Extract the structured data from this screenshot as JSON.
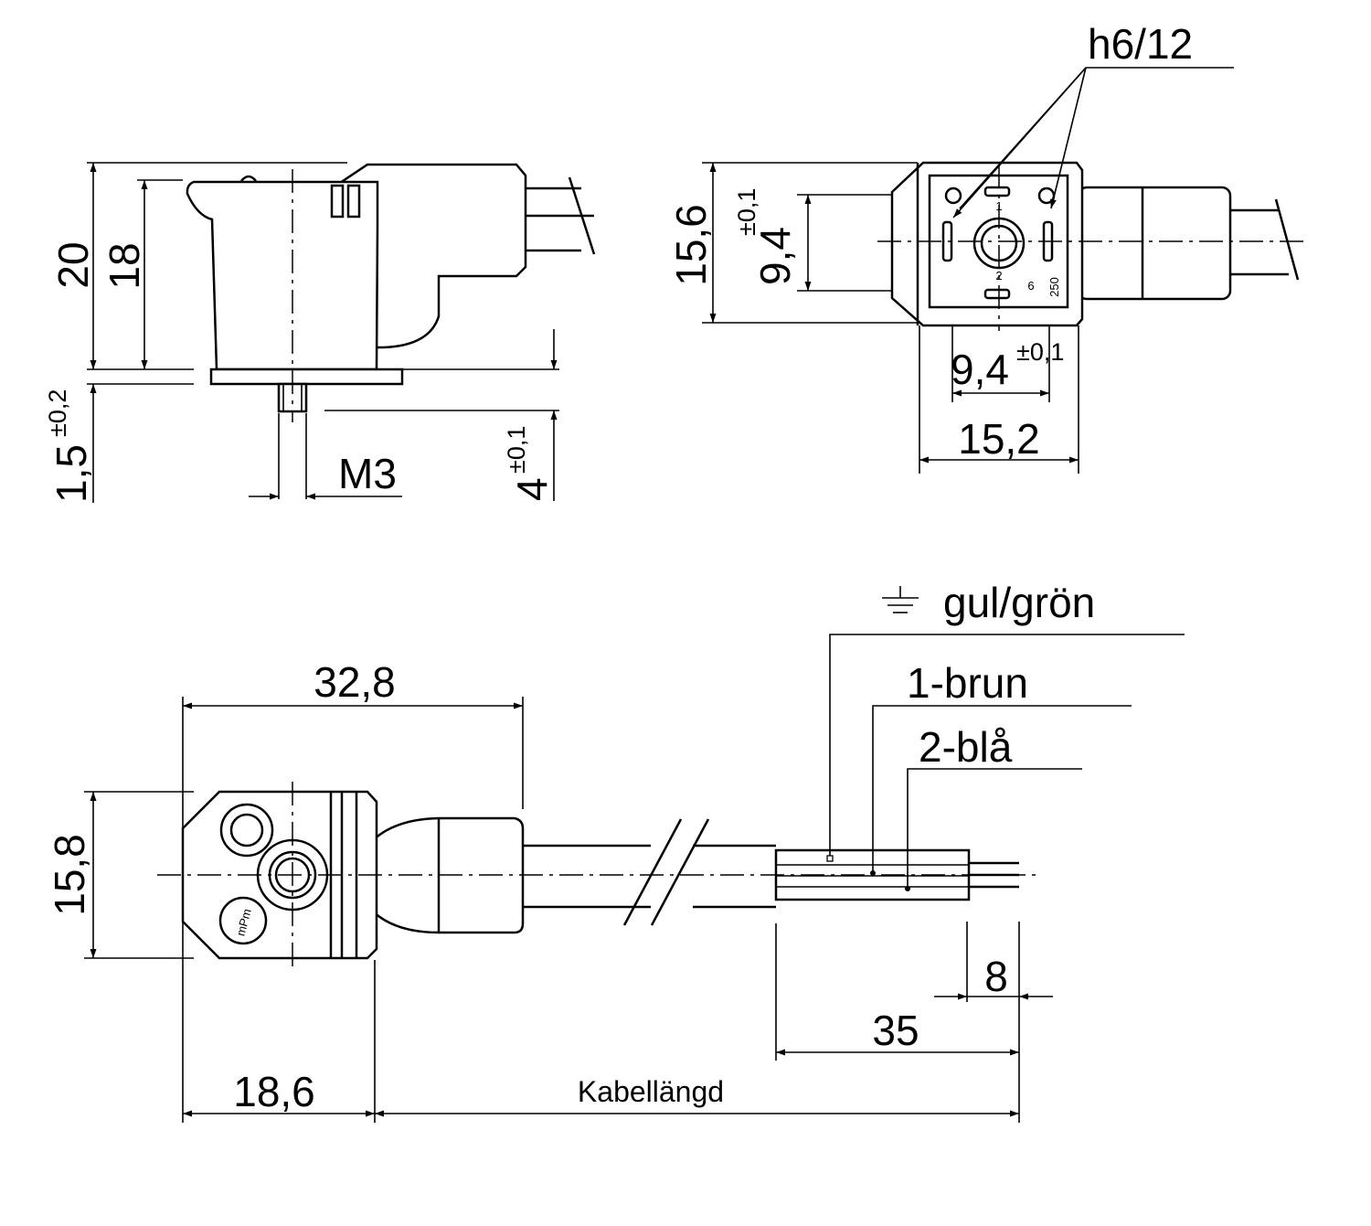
{
  "views": {
    "side": {
      "dims": {
        "height_20": "20",
        "height_18": "18",
        "flange_1_5": "1,5",
        "tol_0_2": "±0,2",
        "thread_m3": "M3",
        "screw_4": "4",
        "tol_0_1": "±0,1"
      }
    },
    "front": {
      "dims": {
        "height_15_6": "15,6",
        "pitch_v": "9,4",
        "tol_v": "±0,1",
        "pitch_h": "9,4",
        "tol_h": "±0,1",
        "width_15_2": "15,2"
      },
      "callout_h6_12": "h6/12",
      "pin_marks": {
        "pin1": "1",
        "pin2": "2",
        "v6": "6",
        "v250": "250"
      }
    },
    "top": {
      "dims": {
        "length_32_8": "32,8",
        "width_15_8": "15,8",
        "offset_18_6": "18,6",
        "cable_length": "Kabellängd",
        "strip_35": "35",
        "strip_8": "8"
      },
      "logo_text": "mPm"
    }
  },
  "wires": {
    "ground": "gul/grön",
    "wire1": "1-brun",
    "wire2": "2-blå"
  }
}
